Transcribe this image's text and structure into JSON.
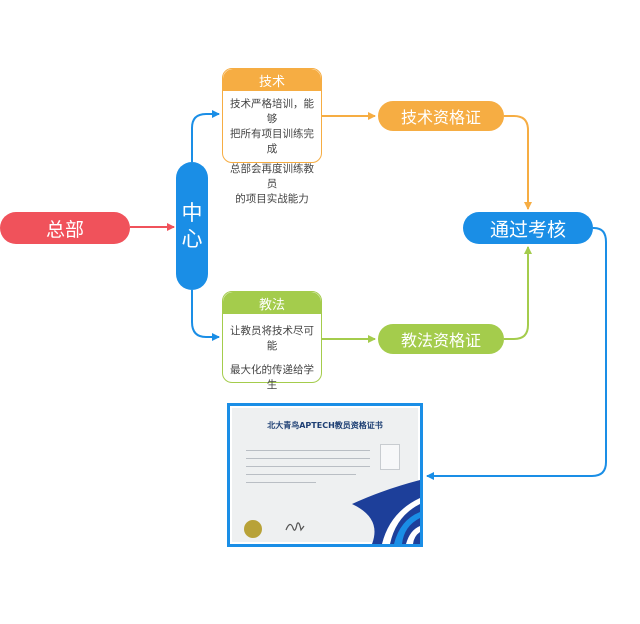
{
  "nodes": {
    "hq": "总部",
    "center": [
      "中",
      "心"
    ],
    "tech_cert": "技术资格证",
    "teach_cert": "教法资格证",
    "pass": "通过考核"
  },
  "tech_card": {
    "title": "技术",
    "lines": [
      "技术严格培训，能够",
      "把所有项目训练完成",
      "总部会再度训练教员",
      "的项目实战能力"
    ]
  },
  "teach_card": {
    "title": "教法",
    "lines": [
      "让教员将技术尽可能",
      "最大化的传递给学生"
    ]
  },
  "certificate": {
    "title": "北大青鸟APTECH教员资格证书"
  },
  "colors": {
    "red": "#f0525b",
    "blue": "#1a8ee6",
    "orange": "#f6ad43",
    "green": "#a4cc4c"
  }
}
